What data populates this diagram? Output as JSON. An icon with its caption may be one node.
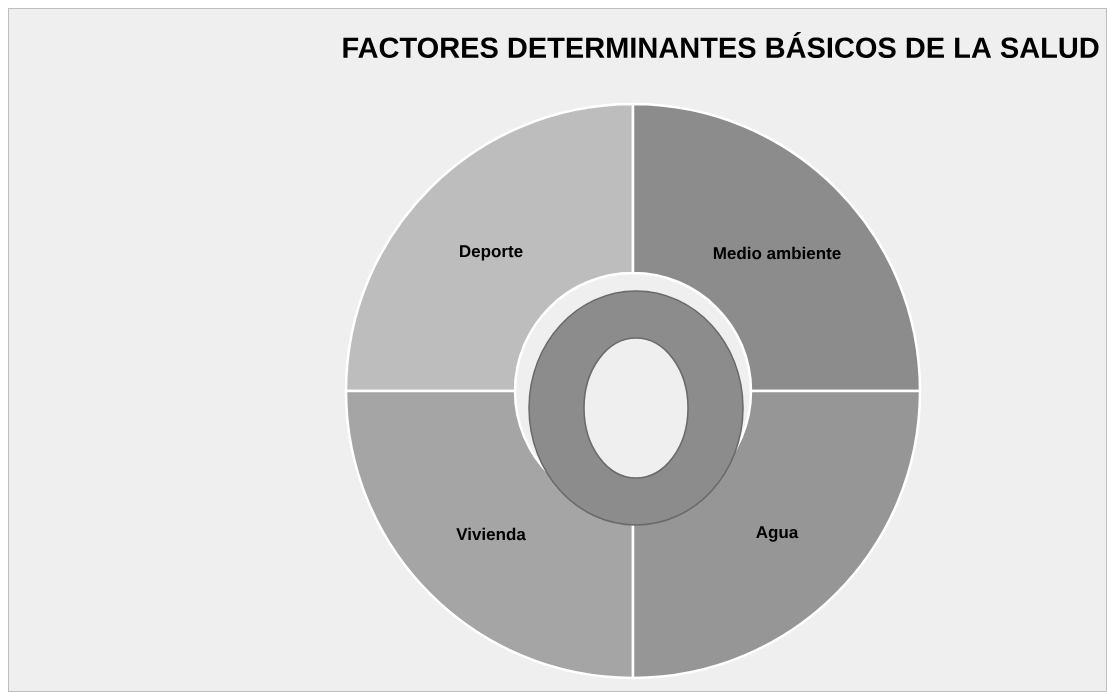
{
  "diagram": {
    "title": "FACTORES DETERMINANTES BÁSICOS DE LA SALUD",
    "nodes": [
      {
        "text": [
          "Deporte"
        ]
      },
      {
        "text": [
          "Medio ambiente"
        ]
      },
      {
        "text": [
          "Vivienda"
        ]
      },
      {
        "text": [
          "Agua"
        ]
      },
      {
        "text": [],
        "shape": "circle"
      }
    ]
  }
}
